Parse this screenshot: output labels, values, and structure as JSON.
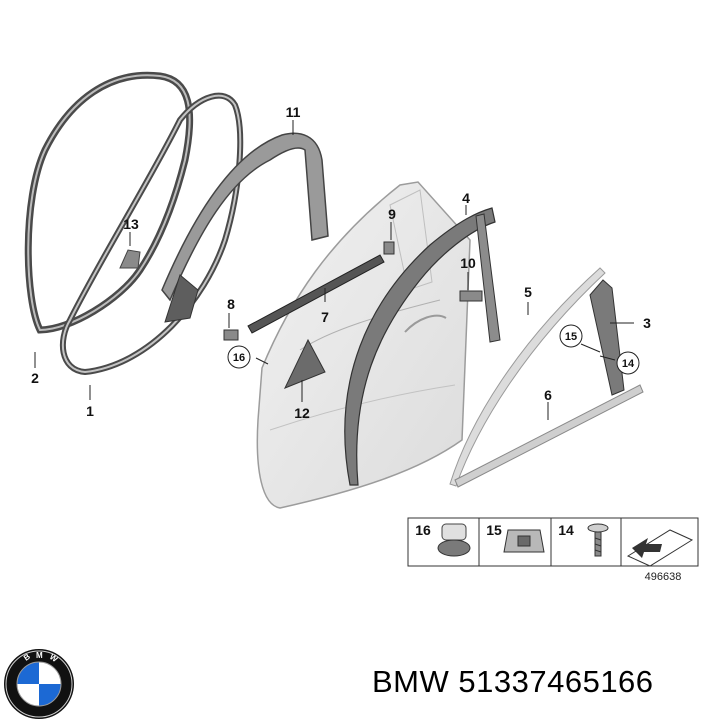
{
  "callouts": {
    "c1": "1",
    "c2": "2",
    "c3": "3",
    "c4": "4",
    "c5": "5",
    "c6": "6",
    "c7": "7",
    "c8": "8",
    "c9": "9",
    "c10": "10",
    "c11": "11",
    "c12": "12",
    "c13": "13",
    "c14": "14",
    "c15": "15",
    "c16": "16"
  },
  "legend": {
    "item16": "16",
    "item15": "15",
    "item14": "14",
    "ref_number": "496638"
  },
  "logo": {
    "lettering": "BMW",
    "colors": {
      "blue": "#1c69d4",
      "white": "#ffffff",
      "ring": "#111111"
    }
  },
  "caption": {
    "brand": "BMW",
    "part_number": "51337465166"
  }
}
